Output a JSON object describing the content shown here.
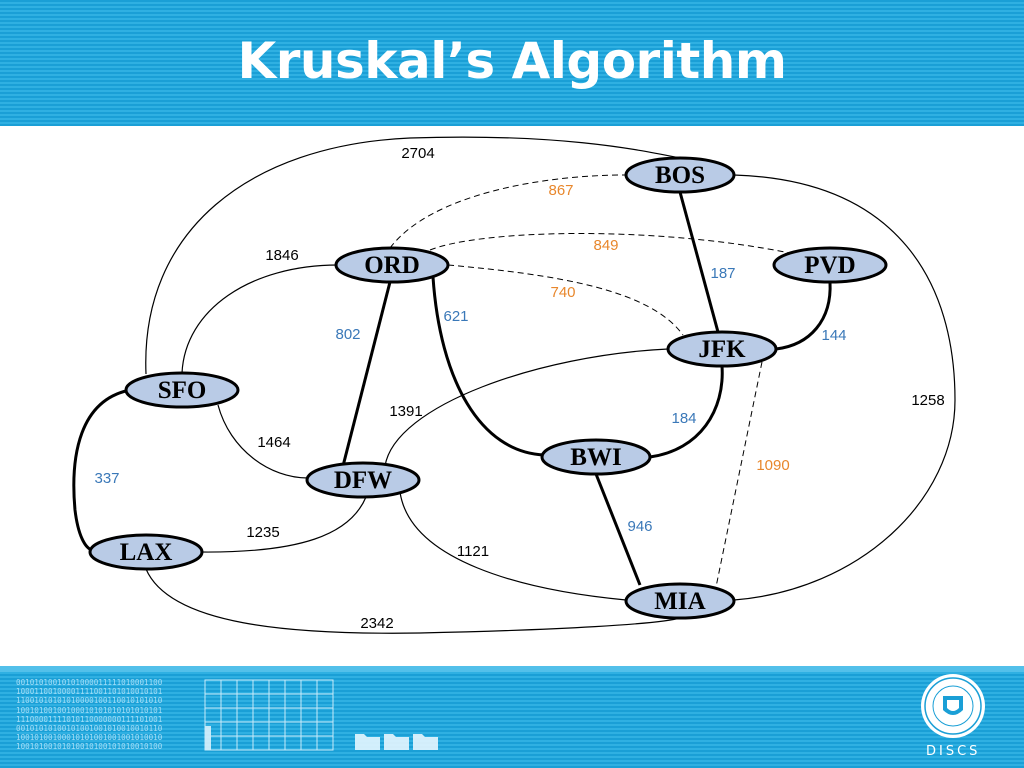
{
  "slide": {
    "title": "Kruskal’s Algorithm",
    "logo_text": "DISCS",
    "binary_lines": [
      "00101010010101000011111010001100",
      "10001100100001111001101010010101",
      "11001010101010000100110010101010",
      "10010100100100010101010101010101",
      "11100001111010110000000111101001",
      "00101010100101001001010010010110",
      "10010100100010101001001001010010",
      "10010100101010010100101010010100"
    ]
  },
  "colors": {
    "black_weight": "#000000",
    "blue_weight": "#3a78b8",
    "orange_weight": "#e8872c",
    "node_fill": "#b9cbe6",
    "header_blue": "#1a9fd6"
  },
  "graph": {
    "nodes": [
      {
        "id": "BOS",
        "label": "BOS"
      },
      {
        "id": "ORD",
        "label": "ORD"
      },
      {
        "id": "PVD",
        "label": "PVD"
      },
      {
        "id": "JFK",
        "label": "JFK"
      },
      {
        "id": "SFO",
        "label": "SFO"
      },
      {
        "id": "BWI",
        "label": "BWI"
      },
      {
        "id": "DFW",
        "label": "DFW"
      },
      {
        "id": "LAX",
        "label": "LAX"
      },
      {
        "id": "MIA",
        "label": "MIA"
      }
    ],
    "edges": [
      {
        "from": "SFO",
        "to": "BOS",
        "weight": "2704",
        "style": "thin",
        "color": "black"
      },
      {
        "from": "ORD",
        "to": "BOS",
        "weight": "867",
        "style": "dashed",
        "color": "orange"
      },
      {
        "from": "ORD",
        "to": "PVD",
        "weight": "849",
        "style": "dashed",
        "color": "orange"
      },
      {
        "from": "ORD",
        "to": "JFK",
        "weight": "740",
        "style": "dashed",
        "color": "orange"
      },
      {
        "from": "SFO",
        "to": "ORD",
        "weight": "1846",
        "style": "thin",
        "color": "black"
      },
      {
        "from": "BOS",
        "to": "JFK",
        "weight": "187",
        "style": "bold",
        "color": "blue"
      },
      {
        "from": "PVD",
        "to": "JFK",
        "weight": "144",
        "style": "bold",
        "color": "blue"
      },
      {
        "from": "ORD",
        "to": "DFW",
        "weight": "802",
        "style": "bold",
        "color": "blue"
      },
      {
        "from": "ORD",
        "to": "BWI",
        "weight": "621",
        "style": "bold",
        "color": "blue"
      },
      {
        "from": "JFK",
        "to": "BWI",
        "weight": "184",
        "style": "bold",
        "color": "blue"
      },
      {
        "from": "DFW",
        "to": "JFK",
        "weight": "1391",
        "style": "thin",
        "color": "black"
      },
      {
        "from": "BOS",
        "to": "MIA",
        "weight": "1258",
        "style": "thin",
        "color": "black"
      },
      {
        "from": "SFO",
        "to": "DFW",
        "weight": "1464",
        "style": "thin",
        "color": "black"
      },
      {
        "from": "SFO",
        "to": "LAX",
        "weight": "337",
        "style": "bold",
        "color": "blue"
      },
      {
        "from": "LAX",
        "to": "DFW",
        "weight": "1235",
        "style": "thin",
        "color": "black"
      },
      {
        "from": "DFW",
        "to": "MIA",
        "weight": "1121",
        "style": "thin",
        "color": "black"
      },
      {
        "from": "BWI",
        "to": "MIA",
        "weight": "946",
        "style": "bold",
        "color": "blue"
      },
      {
        "from": "JFK",
        "to": "MIA",
        "weight": "1090",
        "style": "dashed",
        "color": "orange"
      },
      {
        "from": "LAX",
        "to": "MIA",
        "weight": "2342",
        "style": "thin",
        "color": "black"
      }
    ]
  }
}
